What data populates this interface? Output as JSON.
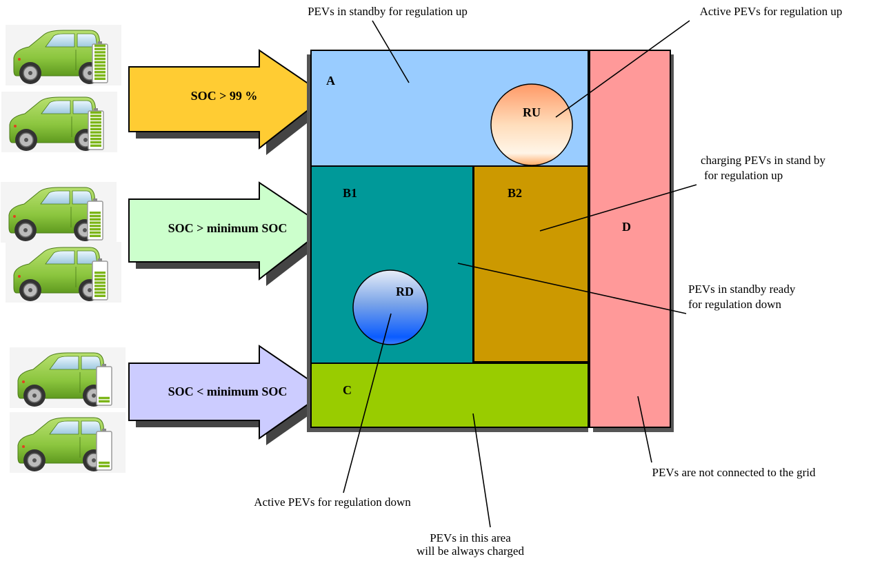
{
  "colors": {
    "region_a": "#99ccff",
    "region_b1": "#009999",
    "region_b2": "#cc9900",
    "region_c": "#99cc00",
    "region_d": "#ff9999",
    "arrow_1": "#ffcc33",
    "arrow_2": "#ccffcc",
    "arrow_3": "#ccccff",
    "car_body": "#8cc63f",
    "battery_green": "#7cb518"
  },
  "regions": {
    "a": "A",
    "b1": "B1",
    "b2": "B2",
    "c": "C",
    "d": "D",
    "ru": "RU",
    "rd": "RD"
  },
  "arrows": {
    "high": "SOC > 99 %",
    "mid": "SOC > minimum SOC",
    "low": "SOC < minimum SOC"
  },
  "callouts": {
    "standby_up": "PEVs in standby for regulation up",
    "active_up": "Active PEVs for regulation up",
    "charging_standby_1": "charging PEVs in stand by",
    "charging_standby_2": "for regulation up",
    "standby_down_1": "PEVs in standby ready",
    "standby_down_2": "for regulation down",
    "not_connected": "PEVs are not connected to the grid",
    "active_down": "Active PEVs for regulation down",
    "always_charged_1": "PEVs in this area",
    "always_charged_2": "will be always charged"
  },
  "cars": [
    {
      "battery_level": 1.0
    },
    {
      "battery_level": 1.0
    },
    {
      "battery_level": 0.75
    },
    {
      "battery_level": 0.75
    },
    {
      "battery_level": 0.2
    },
    {
      "battery_level": 0.2
    }
  ]
}
